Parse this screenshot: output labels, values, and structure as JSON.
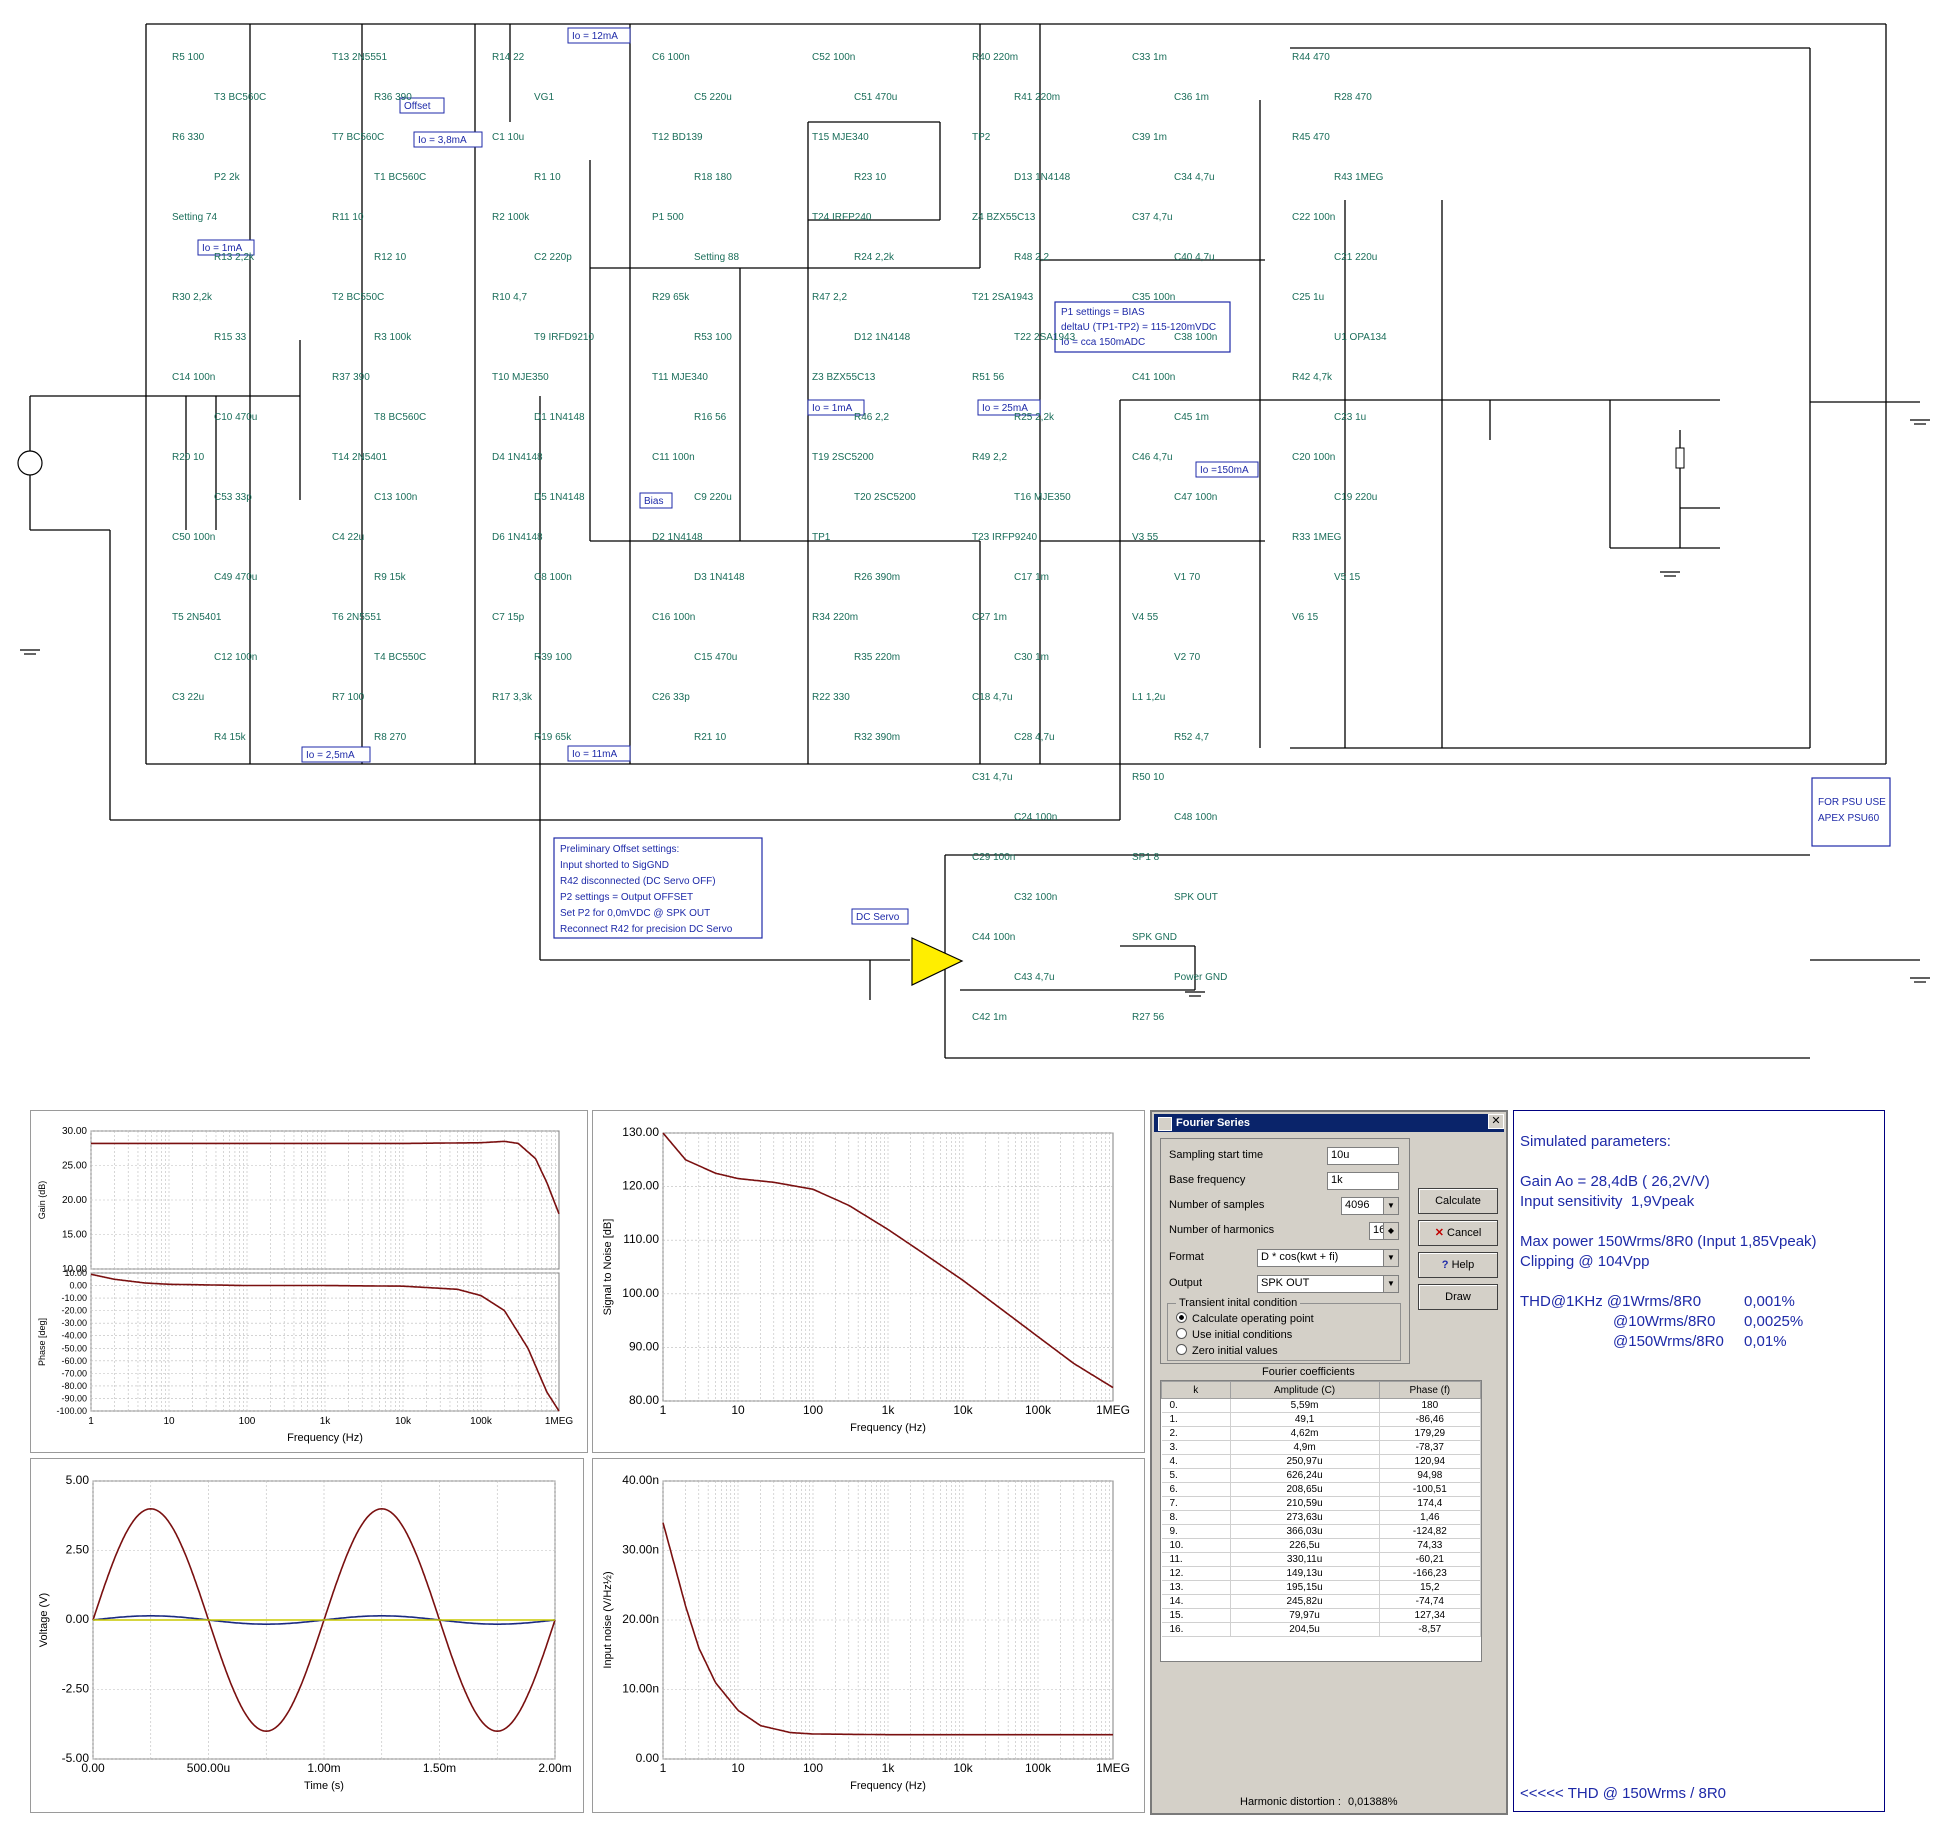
{
  "schematic": {
    "note_offset": {
      "lines": [
        "Preliminary Offset settings:",
        "Input shorted to SigGND",
        "R42 disconnected (DC Servo OFF)",
        "P2 settings = Output OFFSET",
        "Set P2 for 0,0mVDC @ SPK OUT",
        "Reconnect R42 for precision DC Servo"
      ]
    },
    "note_bias": {
      "lines": [
        "P1 settings = BIAS",
        "deltaU (TP1-TP2) = 115-120mVDC",
        "Io = cca 150mADC"
      ]
    },
    "note_psu": {
      "lines": [
        "FOR PSU USE",
        "APEX PSU60"
      ]
    },
    "boxed_labels": [
      "Io = 1mA",
      "Io = 2,5mA",
      "Io = 3,8mA",
      "Io = 12mA",
      "Io = 11mA",
      "Io = 1mA",
      "Io = 25mA",
      "Io =150mA",
      "Offset",
      "Bias",
      "DC Servo"
    ],
    "labels": [
      "R5 100",
      "T3 BC560C",
      "R6 330",
      "P2 2k",
      "Setting 74",
      "R13 2,2k",
      "R30 2,2k",
      "R15 33",
      "C14 100n",
      "C10 470u",
      "R20 10",
      "C53 33p",
      "C50 100n",
      "C49 470u",
      "T5 2N5401",
      "C12 100n",
      "C3 22u",
      "R4 15k",
      "T13 2N5551",
      "R36 390",
      "T7 BC560C",
      "T1 BC560C",
      "R11 10",
      "R12 10",
      "T2 BC550C",
      "R3 100k",
      "R37 390",
      "T8 BC560C",
      "T14 2N5401",
      "C13 100n",
      "C4 22u",
      "R9 15k",
      "T6 2N5551",
      "T4 BC550C",
      "R7 100",
      "R8 270",
      "R14 22",
      "VG1",
      "C1 10u",
      "R1 10",
      "R2 100k",
      "C2 220p",
      "R10 4,7",
      "T9 IRFD9210",
      "T10 MJE350",
      "D1 1N4148",
      "D4 1N4148",
      "D5 1N4148",
      "D6 1N4148",
      "C8 100n",
      "C7 15p",
      "R39 100",
      "R17 3,3k",
      "R19 65k",
      "C6 100n",
      "C5 220u",
      "T12 BD139",
      "R18 180",
      "P1 500",
      "Setting 88",
      "R29 65k",
      "R53 100",
      "T11 MJE340",
      "R16 56",
      "C11 100n",
      "C9 220u",
      "D2 1N4148",
      "D3 1N4148",
      "C16 100n",
      "C15 470u",
      "C26 33p",
      "R21 10",
      "C52 100n",
      "C51 470u",
      "T15 MJE340",
      "R23 10",
      "T24 IRFP240",
      "R24 2,2k",
      "R47 2,2",
      "D12 1N4148",
      "Z3 BZX55C13",
      "R46 2,2",
      "T19 2SC5200",
      "T20 2SC5200",
      "TP1",
      "R26 390m",
      "R34 220m",
      "R35 220m",
      "R22 330",
      "R32 390m",
      "R40 220m",
      "R41 220m",
      "TP2",
      "D13 1N4148",
      "Z4 BZX55C13",
      "R48 2,2",
      "T21 2SA1943",
      "T22 2SA1943",
      "R51 56",
      "R25 2,2k",
      "R49 2,2",
      "T16 MJE350",
      "T23 IRFP9240",
      "C17 1m",
      "C27 1m",
      "C30 1m",
      "C18 4,7u",
      "C28 4,7u",
      "C31 4,7u",
      "C24 100n",
      "C29 100n",
      "C32 100n",
      "C44 100n",
      "C43 4,7u",
      "C42 1m",
      "C33 1m",
      "C36 1m",
      "C39 1m",
      "C34 4,7u",
      "C37 4,7u",
      "C40 4,7u",
      "C35 100n",
      "C38 100n",
      "C41 100n",
      "C45 1m",
      "C46 4,7u",
      "C47 100n",
      "V3 55",
      "V1 70",
      "V4 55",
      "V2 70",
      "L1 1,2u",
      "R52 4,7",
      "R50 10",
      "C48 100n",
      "SP1 8",
      "SPK OUT",
      "SPK GND",
      "Power GND",
      "R27 56",
      "R44 470",
      "R28 470",
      "R45 470",
      "R43 1MEG",
      "C22 100n",
      "C21 220u",
      "C25 1u",
      "U1 OPA134",
      "R42 4,7k",
      "C23 1u",
      "C20 100n",
      "C19 220u",
      "R33 1MEG",
      "V5 15",
      "V6 15"
    ]
  },
  "gain_phase_plot": {
    "gain": {
      "ylabel": "Gain (dB)",
      "yticks": [
        "30.00",
        "25.00",
        "20.00",
        "15.00",
        "10.00"
      ],
      "ylim": [
        10,
        30
      ]
    },
    "phase": {
      "ylabel": "Phase [deg]",
      "yticks": [
        "10.00",
        "0.00",
        "-10.00",
        "-20.00",
        "-30.00",
        "-40.00",
        "-50.00",
        "-60.00",
        "-70.00",
        "-80.00",
        "-90.00",
        "-100.00"
      ],
      "ylim": [
        -100,
        10
      ]
    },
    "xticks": [
      "1",
      "10",
      "100",
      "1k",
      "10k",
      "100k",
      "1MEG"
    ],
    "xlabel": "Frequency (Hz)"
  },
  "snr_plot": {
    "ylabel": "Signal to Noise [dB]",
    "xlabel": "Frequency (Hz)",
    "yticks": [
      "130.00",
      "120.00",
      "110.00",
      "100.00",
      "90.00",
      "80.00"
    ],
    "xticks": [
      "1",
      "10",
      "100",
      "1k",
      "10k",
      "100k",
      "1MEG"
    ]
  },
  "transient_plot": {
    "ylabel": "Voltage (V)",
    "xlabel": "Time (s)",
    "yticks": [
      "5.00",
      "2.50",
      "0.00",
      "-2.50",
      "-5.00"
    ],
    "xticks": [
      "0.00",
      "500.00u",
      "1.00m",
      "1.50m",
      "2.00m"
    ]
  },
  "noise_plot": {
    "ylabel": "Input noise (V/Hz½)",
    "xlabel": "Frequency (Hz)",
    "yticks": [
      "40.00n",
      "30.00n",
      "20.00n",
      "10.00n",
      "0.00"
    ],
    "xticks": [
      "1",
      "10",
      "100",
      "1k",
      "10k",
      "100k",
      "1MEG"
    ]
  },
  "chart_data": [
    {
      "type": "line",
      "x_scale": "log",
      "xlim": [
        1,
        1000000
      ],
      "ylim": [
        10,
        30
      ],
      "ylabel": "Gain (dB)",
      "xlabel": "Frequency (Hz)",
      "x": [
        1,
        10,
        100,
        1000,
        10000,
        100000,
        200000,
        300000,
        500000,
        700000,
        1000000
      ],
      "y": [
        28.2,
        28.2,
        28.2,
        28.2,
        28.2,
        28.3,
        28.5,
        28.2,
        26.0,
        22.5,
        18.0
      ]
    },
    {
      "type": "line",
      "x_scale": "log",
      "xlim": [
        1,
        1000000
      ],
      "ylim": [
        -100,
        10
      ],
      "ylabel": "Phase [deg]",
      "xlabel": "Frequency (Hz)",
      "x": [
        1,
        2,
        5,
        10,
        100,
        1000,
        10000,
        50000,
        100000,
        200000,
        400000,
        700000,
        1000000
      ],
      "y": [
        9,
        5,
        2,
        1,
        0,
        0,
        -0.5,
        -3,
        -8,
        -20,
        -50,
        -85,
        -100
      ]
    },
    {
      "type": "line",
      "x_scale": "log",
      "xlim": [
        1,
        1000000
      ],
      "ylim": [
        80,
        130
      ],
      "ylabel": "Signal to Noise [dB]",
      "xlabel": "Frequency (Hz)",
      "x": [
        1,
        2,
        5,
        10,
        30,
        100,
        300,
        1000,
        3000,
        10000,
        30000,
        100000,
        300000,
        1000000
      ],
      "y": [
        130,
        125,
        122.5,
        121.5,
        120.8,
        119.5,
        116.5,
        112,
        107.5,
        102.5,
        97.5,
        92,
        87,
        82.5
      ]
    },
    {
      "type": "line",
      "xlim": [
        0,
        0.002
      ],
      "ylim": [
        -5,
        5
      ],
      "ylabel": "Voltage (V)",
      "xlabel": "Time (s)",
      "series": [
        {
          "color": "#7a1010",
          "kind": "sine",
          "amplitude": 4.0,
          "frequency_hz": 1000
        },
        {
          "color": "#1a2a80",
          "kind": "sine",
          "amplitude": 0.15,
          "frequency_hz": 1000
        },
        {
          "color": "#c8c800",
          "kind": "sine",
          "amplitude": 0.0,
          "frequency_hz": 1000
        }
      ]
    },
    {
      "type": "line",
      "x_scale": "log",
      "xlim": [
        1,
        1000000
      ],
      "ylim": [
        0,
        40
      ],
      "ylabel": "Input noise (V/Hz½)",
      "xlabel": "Frequency (Hz)",
      "x": [
        1,
        1.5,
        2,
        3,
        5,
        10,
        20,
        50,
        100,
        1000,
        10000,
        100000,
        1000000
      ],
      "y": [
        34,
        27,
        22,
        16,
        11,
        7,
        4.8,
        3.8,
        3.6,
        3.5,
        3.5,
        3.5,
        3.5
      ]
    }
  ],
  "fourier_dialog": {
    "title": "Fourier Series",
    "sampling_start_label": "Sampling start time",
    "sampling_start_value": "10u",
    "base_freq_label": "Base frequency",
    "base_freq_value": "1k",
    "samples_label": "Number of samples",
    "samples_value": "4096",
    "harmonics_label": "Number of harmonics",
    "harmonics_value": "16",
    "format_label": "Format",
    "format_value": "D * cos(kwt + fi)",
    "output_label": "Output",
    "output_value": "SPK OUT",
    "transient_label": "Transient inital condition",
    "radio_options": [
      "Calculate operating point",
      "Use initial conditions",
      "Zero initial values"
    ],
    "buttons": {
      "calculate": "Calculate",
      "cancel": "Cancel",
      "help": "Help",
      "draw": "Draw"
    },
    "coeff_title": "Fourier coefficients",
    "headers": [
      "k",
      "Amplitude (C)",
      "Phase (f)"
    ],
    "rows": [
      [
        "0.",
        "5,59m",
        "180"
      ],
      [
        "1.",
        "49,1",
        "-86,46"
      ],
      [
        "2.",
        "4,62m",
        "179,29"
      ],
      [
        "3.",
        "4,9m",
        "-78,37"
      ],
      [
        "4.",
        "250,97u",
        "120,94"
      ],
      [
        "5.",
        "626,24u",
        "94,98"
      ],
      [
        "6.",
        "208,65u",
        "-100,51"
      ],
      [
        "7.",
        "210,59u",
        "174,4"
      ],
      [
        "8.",
        "273,63u",
        "1,46"
      ],
      [
        "9.",
        "366,03u",
        "-124,82"
      ],
      [
        "10.",
        "226,5u",
        "74,33"
      ],
      [
        "11.",
        "330,11u",
        "-60,21"
      ],
      [
        "12.",
        "149,13u",
        "-166,23"
      ],
      [
        "13.",
        "195,15u",
        "15,2"
      ],
      [
        "14.",
        "245,82u",
        "-74,74"
      ],
      [
        "15.",
        "79,97u",
        "127,34"
      ],
      [
        "16.",
        "204,5u",
        "-8,57"
      ]
    ],
    "hd_label": "Harmonic distortion :",
    "hd_value": "0,01388%"
  },
  "params": {
    "title": "Simulated parameters:",
    "gain": "Gain Ao = 28,4dB ( 26,2V/V)",
    "sensitivity": "Input sensitivity  1,9Vpeak",
    "max_power": "Max power 150Wrms/8R0 (Input 1,85Vpeak)",
    "clipping": "Clipping @ 104Vpp",
    "thd_label": "THD@1KHz @1Wrms/8R0",
    "thd1": "0,001%",
    "thd10_label": "@10Wrms/8R0",
    "thd10": "0,0025%",
    "thd150_label": "@150Wrms/8R0",
    "thd150": "0,01%",
    "footer": "<<<<< THD @ 150Wrms / 8R0"
  }
}
